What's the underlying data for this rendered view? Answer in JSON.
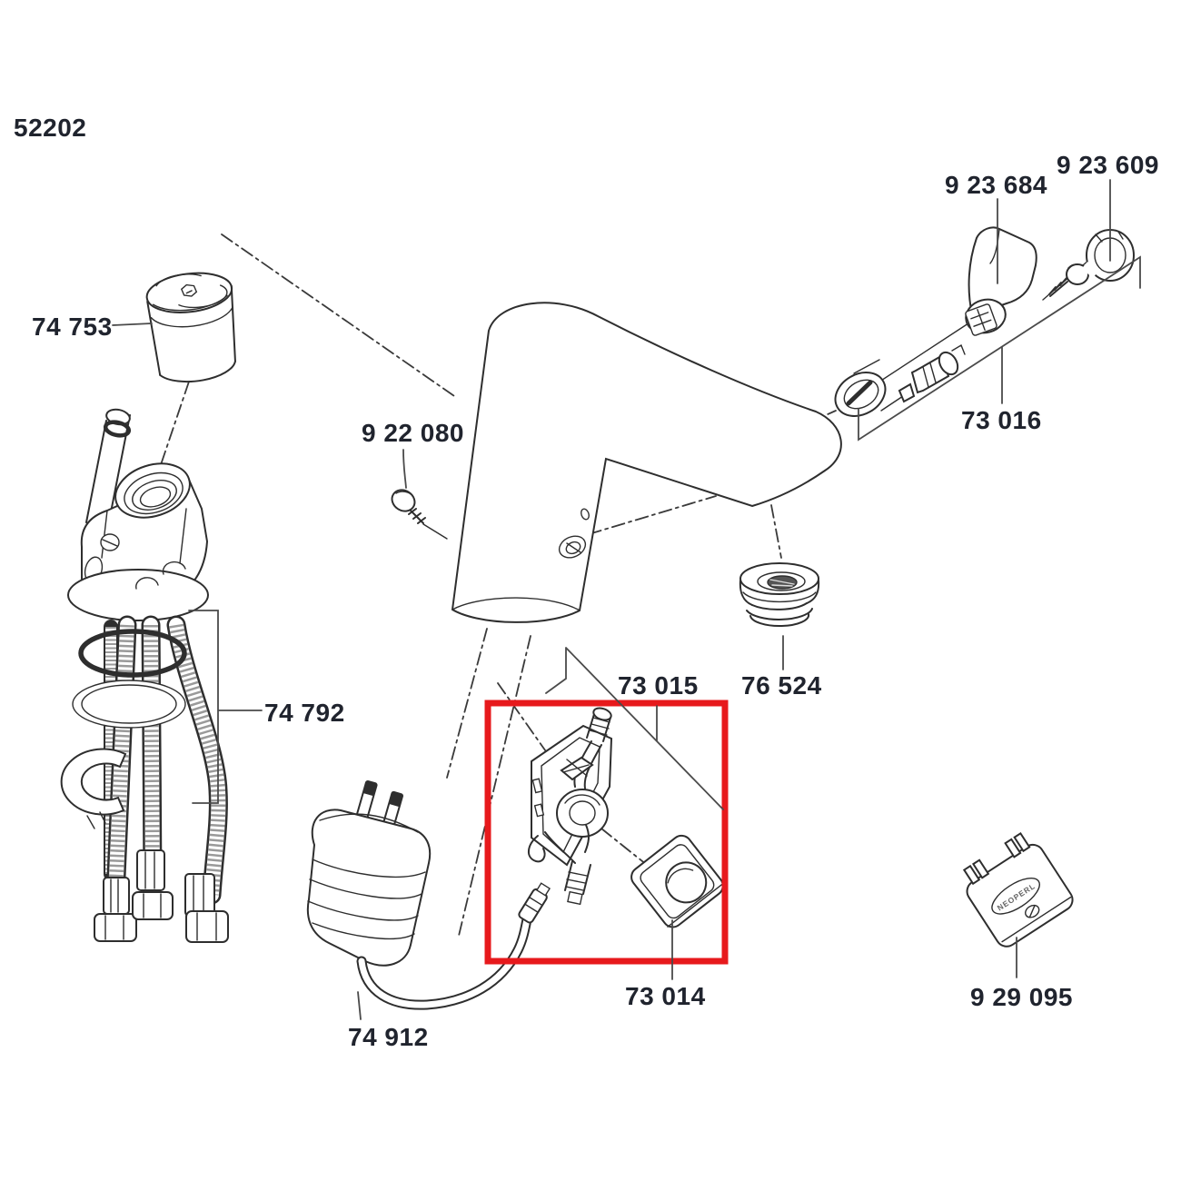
{
  "diagram": {
    "type": "exploded-parts-diagram",
    "product_code": "52202",
    "labels": [
      {
        "part": "74 753"
      },
      {
        "part": "9 22 080"
      },
      {
        "part": "9 23 684"
      },
      {
        "part": "9 23 609"
      },
      {
        "part": "73 016"
      },
      {
        "part": "73 015"
      },
      {
        "part": "76 524"
      },
      {
        "part": "74 792"
      },
      {
        "part": "74 912"
      },
      {
        "part": "73 014"
      },
      {
        "part": "9 29 095"
      }
    ],
    "highlight": {
      "parts": [
        "73 015",
        "73 014"
      ],
      "color": "#e7191c"
    },
    "brand_mark": "NEOPERL",
    "colors": {
      "line": "#2e2e2e",
      "label": "#20242e",
      "background": "#ffffff",
      "highlight": "#e7191c"
    }
  }
}
